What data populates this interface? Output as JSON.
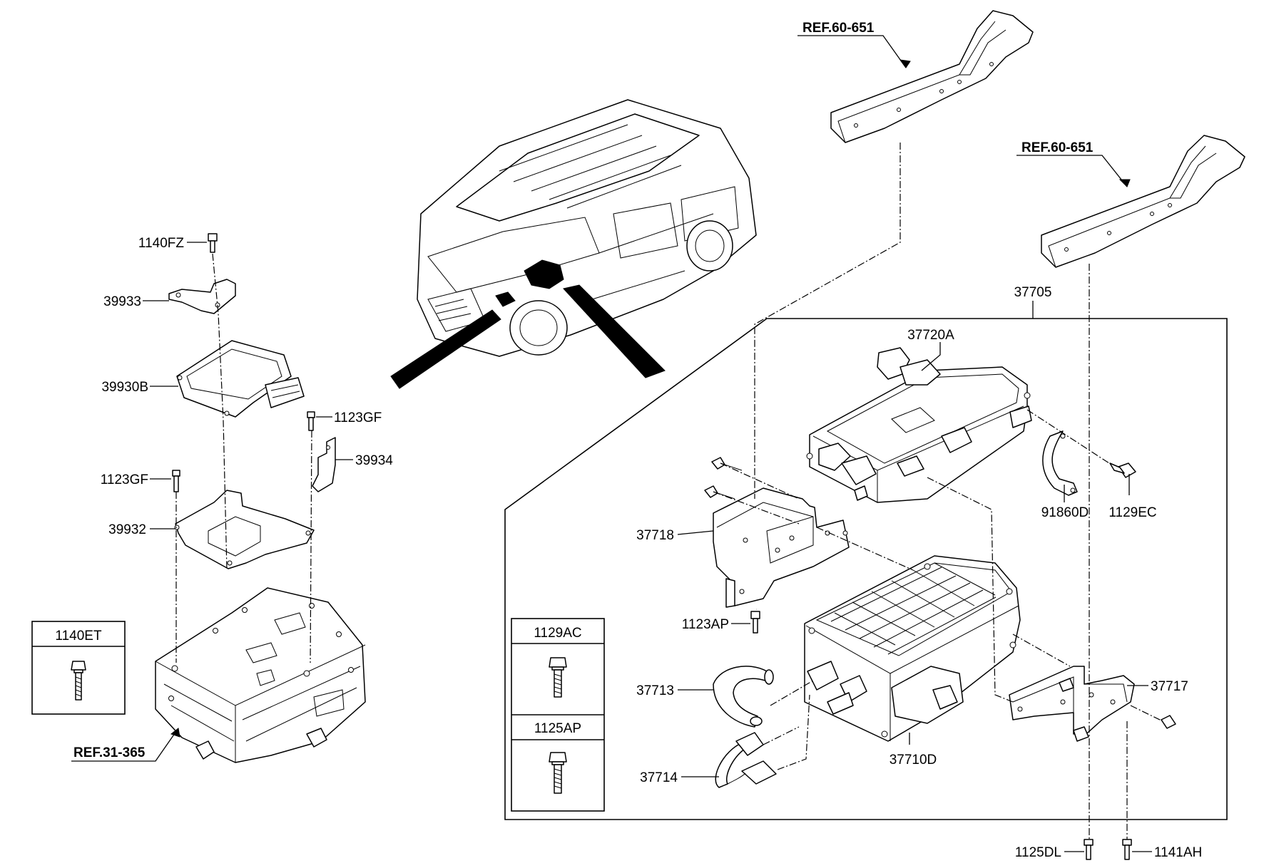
{
  "references": [
    {
      "id": "ref-60-651-upper",
      "text": "REF.60-651"
    },
    {
      "id": "ref-60-651-lower",
      "text": "REF.60-651"
    },
    {
      "id": "ref-31-365",
      "text": "REF.31-365"
    }
  ],
  "parts": {
    "p1140FZ": "1140FZ",
    "p39933": "39933",
    "p39930B": "39930B",
    "p1123GF_a": "1123GF",
    "p39934": "39934",
    "p1123GF_b": "1123GF",
    "p39932": "39932",
    "p37705": "37705",
    "p37720A": "37720A",
    "p91860D": "91860D",
    "p1129EC": "1129EC",
    "p37718": "37718",
    "p1123AP": "1123AP",
    "p37713": "37713",
    "p37714": "37714",
    "p37710D": "37710D",
    "p37717": "37717",
    "p1125DL": "1125DL",
    "p1141AH": "1141AH"
  },
  "legend_boxes": [
    {
      "id": "box-1140ET",
      "code": "1140ET"
    },
    {
      "id": "box-1129AC",
      "code": "1129AC"
    },
    {
      "id": "box-1125AP",
      "code": "1125AP"
    }
  ]
}
